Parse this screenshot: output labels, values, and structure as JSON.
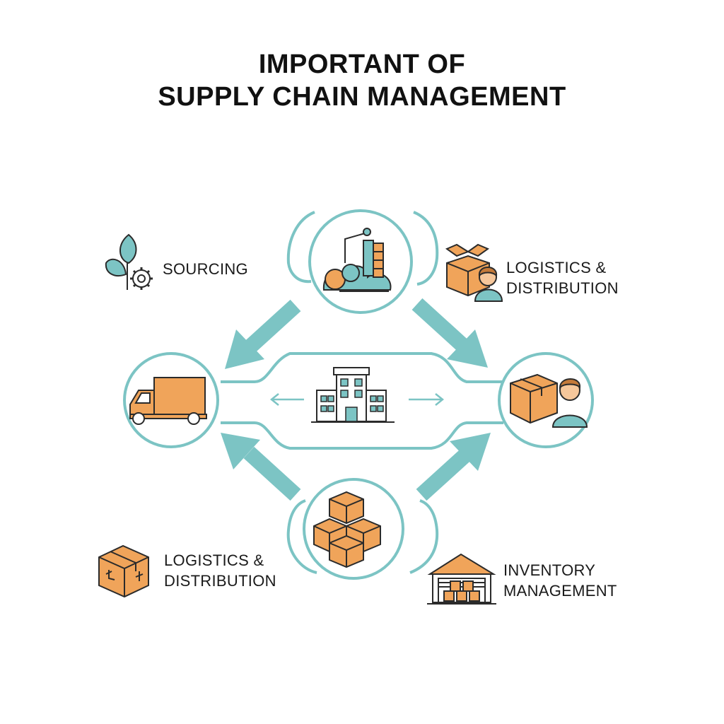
{
  "title": {
    "line1": "IMPORTANT  OF",
    "line2": "SUPPLY CHAIN MANAGEMENT"
  },
  "labels": {
    "top_left": "SOURCING",
    "top_right": {
      "line1": "LOGISTICS &",
      "line2": "DISTRIBUTION"
    },
    "bottom_left": {
      "line1": "LOGISTICS &",
      "line2": "DISTRIBUTION"
    },
    "bottom_right": {
      "line1": "INVENTORY",
      "line2": "MANAGEMENT"
    }
  },
  "icons": {
    "sourcing": "leaf-gear-icon",
    "logistics_top": "box-person-icon",
    "logistics_bottom": "crate-icon",
    "inventory": "warehouse-icon",
    "node_top": "factory-icon",
    "node_left": "truck-icon",
    "node_center": "building-icon",
    "node_right": "delivery-person-icon",
    "node_bottom": "stacked-boxes-icon"
  },
  "colors": {
    "teal": "#7cc4c4",
    "teal_dark": "#2e7d86",
    "orange": "#f0a45a",
    "outline": "#2b2b2b",
    "text": "#111111"
  }
}
